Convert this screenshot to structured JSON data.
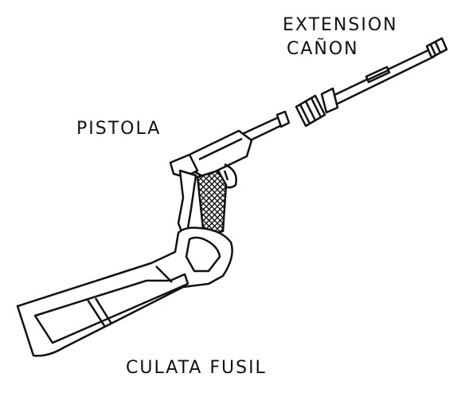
{
  "labels": {
    "barrel_extension_line1": "EXTENSION",
    "barrel_extension_line2": "CAÑON",
    "pistol": "PISTOLA",
    "rifle_stock": "CULATA FUSIL"
  },
  "colors": {
    "ink": "#111111",
    "background": "#ffffff"
  }
}
